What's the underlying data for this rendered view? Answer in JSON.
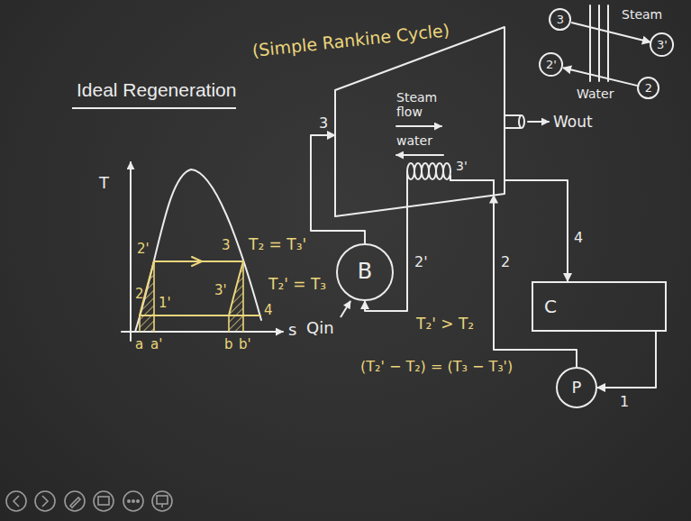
{
  "diagram": {
    "title": "Ideal Regeneration",
    "nodes": [
      {
        "text": [
          "3"
        ]
      },
      {
        "text": [
          "3'"
        ]
      },
      {
        "text": [
          "2'"
        ]
      },
      {
        "text": [
          "2"
        ]
      },
      {
        "text": [
          "Steam flow",
          "water"
        ]
      },
      {
        "text": [
          "B"
        ]
      },
      {
        "text": [
          "C"
        ]
      },
      {
        "text": [
          "P"
        ]
      }
    ],
    "edges": [
      {
        "from": 0,
        "to": 1,
        "arrow": "to"
      },
      {
        "from": 3,
        "to": 2,
        "arrow": "to"
      },
      {
        "from": 5,
        "to": 4,
        "arrow": "to"
      },
      {
        "from": 4,
        "to": 6,
        "arrow": "to"
      },
      {
        "from": 6,
        "to": 7,
        "arrow": "to"
      },
      {
        "from": 7,
        "to": 4,
        "arrow": "to"
      },
      {
        "from": 4,
        "to": 5,
        "arrow": "to"
      }
    ],
    "labels": [
      "(Simple Rankine Cycle)",
      "Steam",
      "Water",
      "3",
      "Wout",
      "3'",
      "2'",
      "2",
      "4",
      "1",
      "Qin",
      "T",
      "2'",
      "3",
      "T₂ = T₃'",
      "2",
      "3'",
      "1'",
      "T₂' = T₃",
      "4",
      "s",
      "a",
      "a'",
      "b",
      "b'",
      "T₂' > T₂",
      "(T₂' − T₂) = (T₃ − T₃')"
    ]
  }
}
